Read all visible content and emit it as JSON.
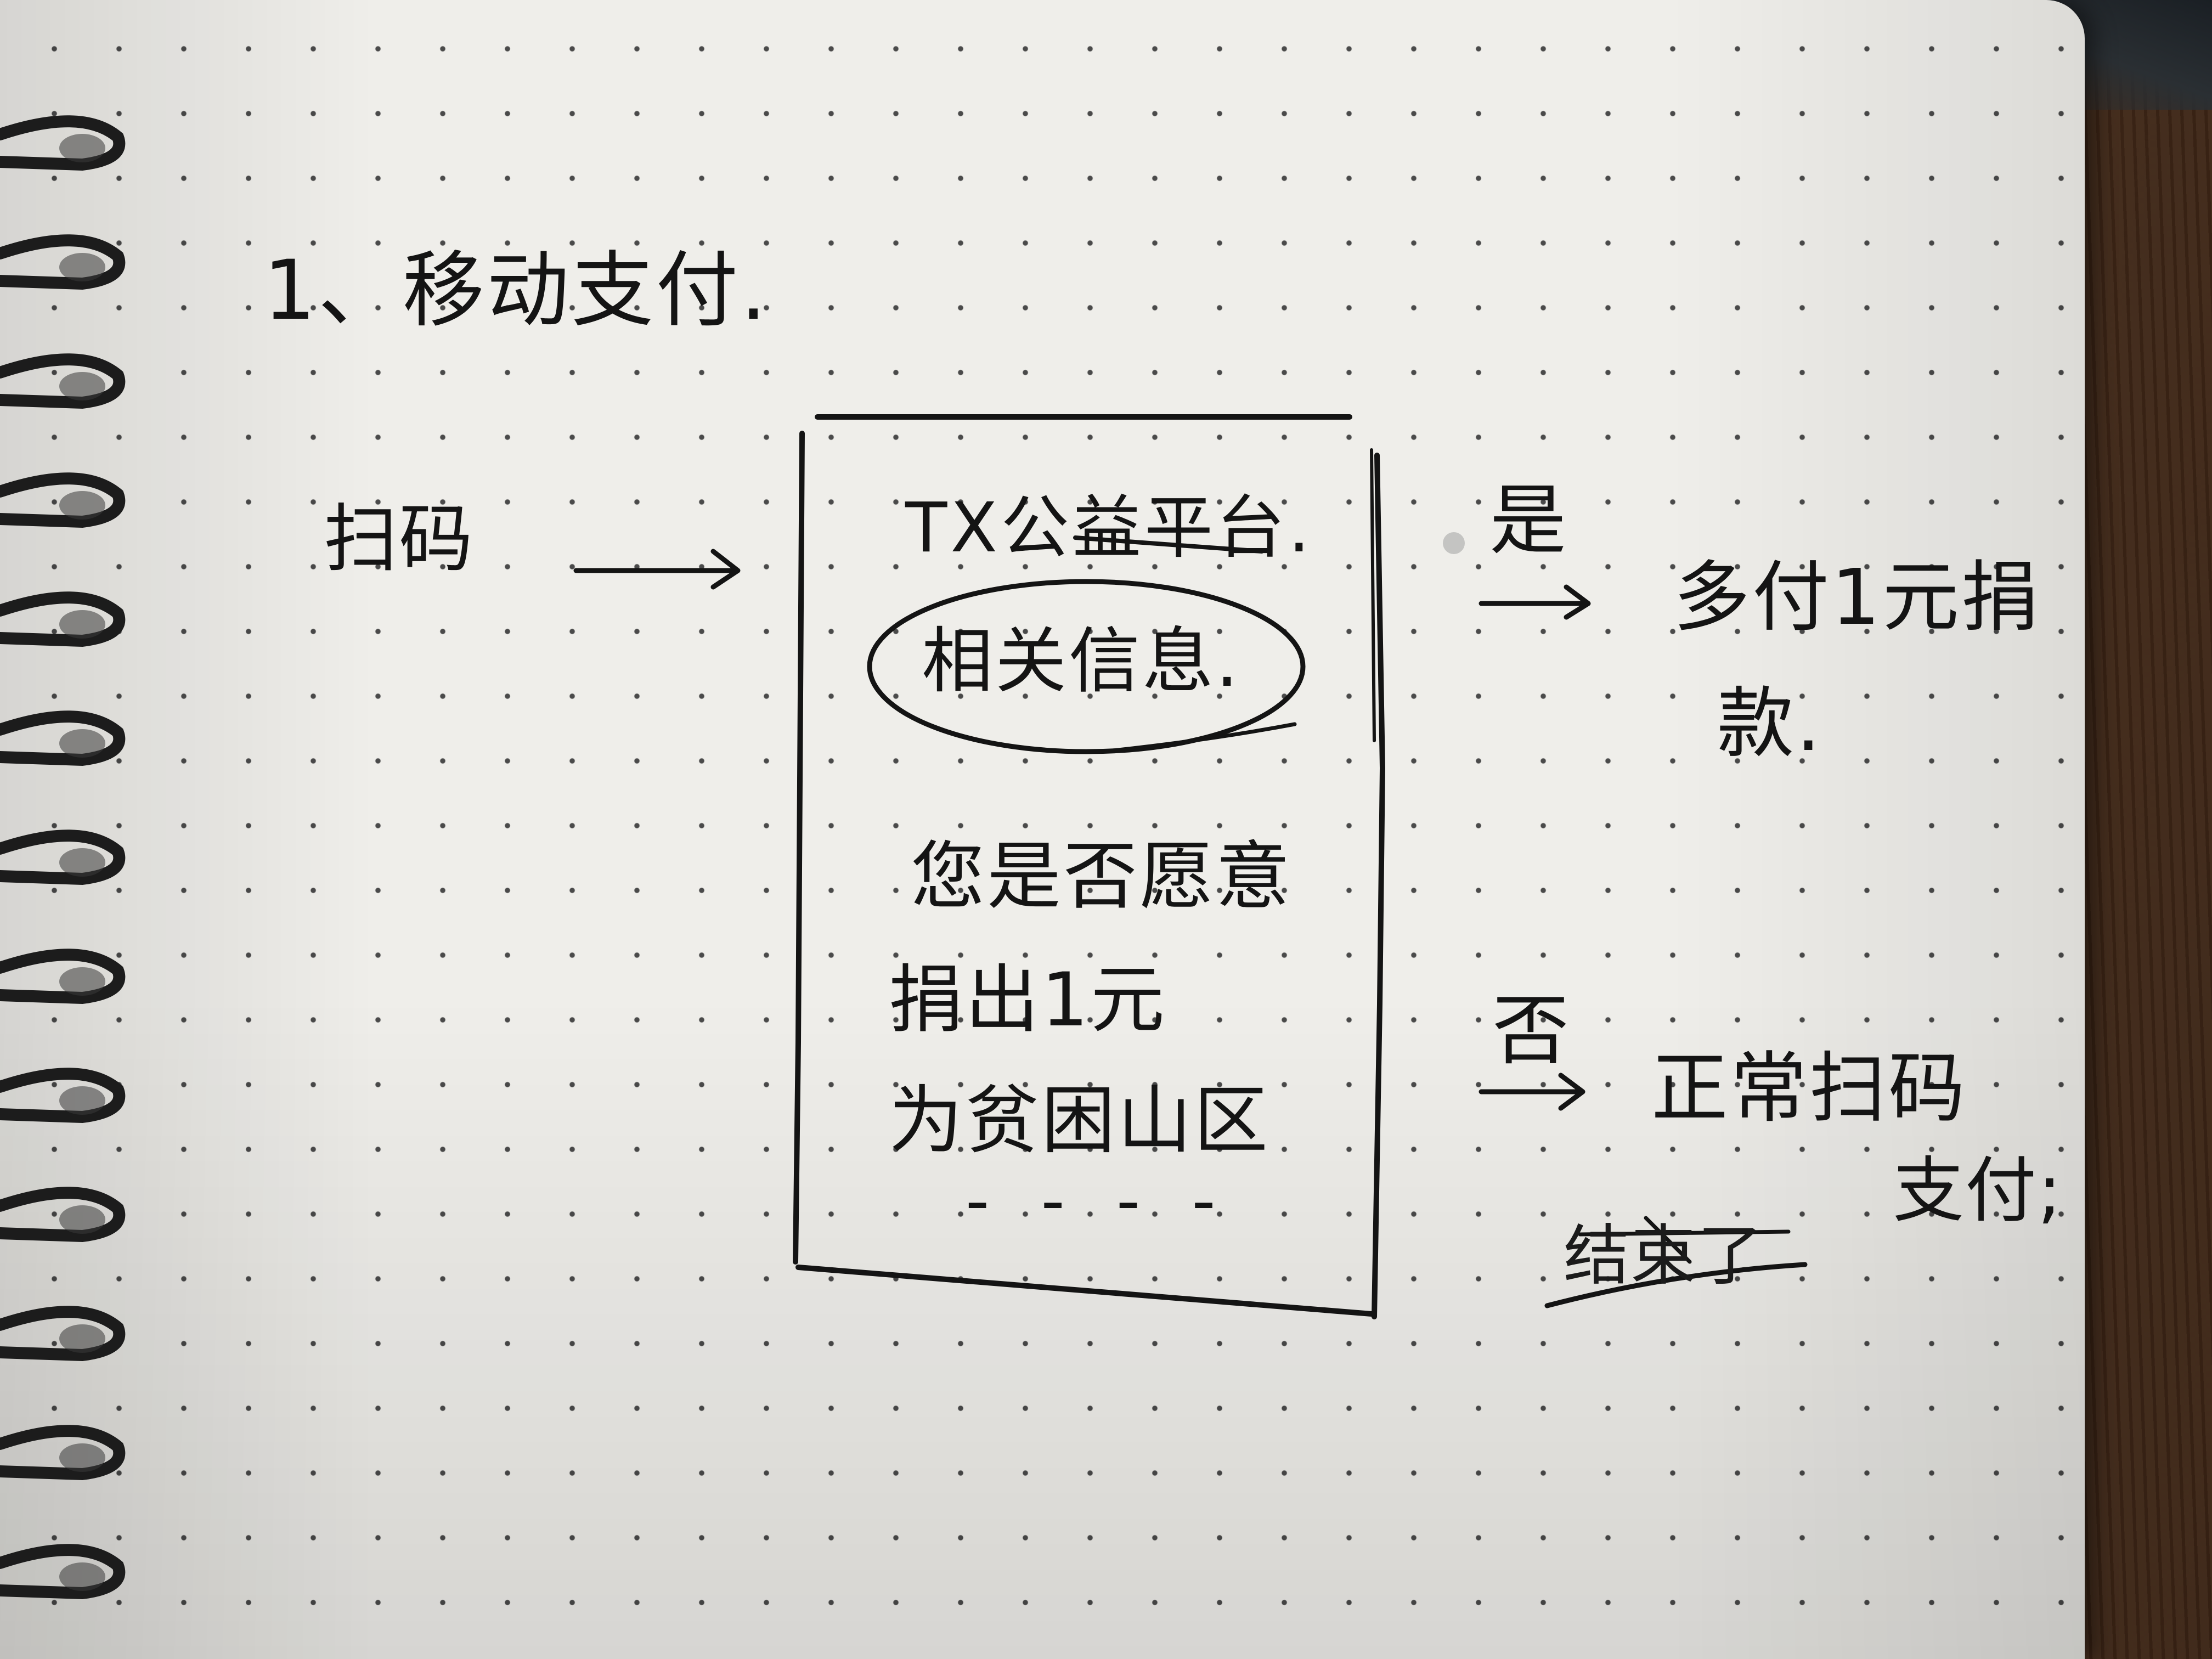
{
  "note": {
    "title": "1、移动支付.",
    "scan_label": "扫码",
    "screen": {
      "header": "TX公益平台.",
      "related_info": "相关信息.",
      "question_lines": [
        "您是否愿意",
        "捐出1元",
        "为贫困山区"
      ],
      "ellipsis": "- - - -"
    },
    "yes_branch": {
      "label": "是",
      "result_lines": [
        "多付1元捐",
        "款."
      ]
    },
    "no_branch": {
      "label": "否",
      "result_lines": [
        "正常扫码",
        "支付;"
      ],
      "struck_text": "结束了"
    }
  },
  "colors": {
    "ink": "#141414",
    "paper": "#efeeea",
    "desk": "#4a2f1c"
  }
}
